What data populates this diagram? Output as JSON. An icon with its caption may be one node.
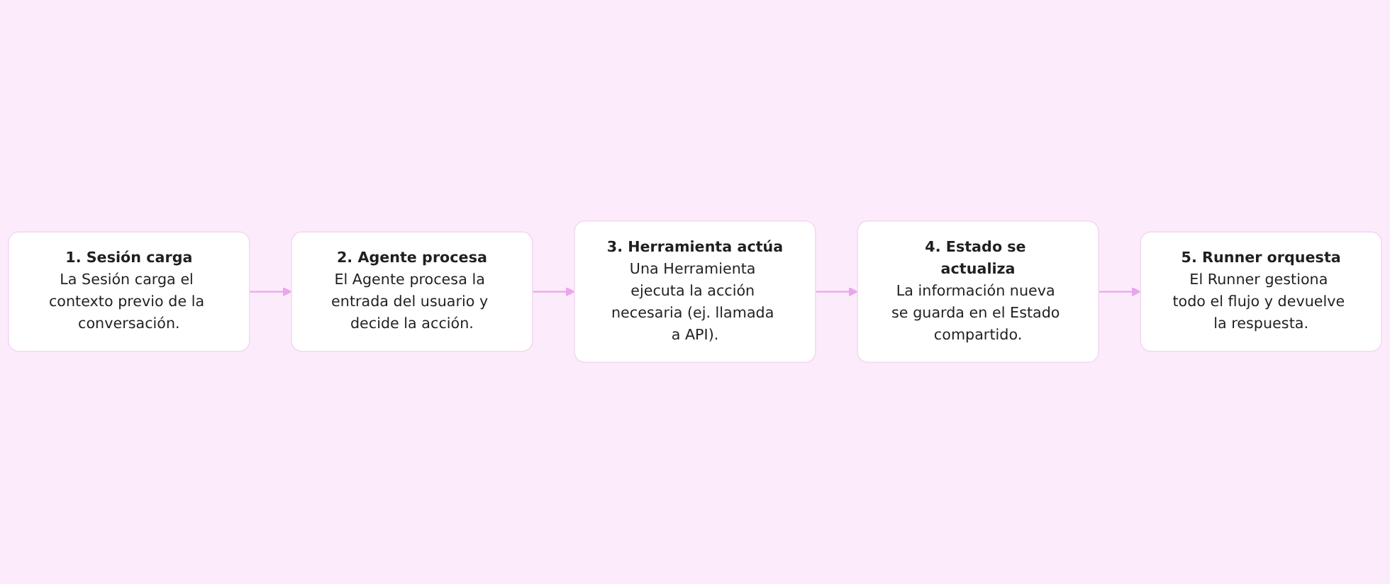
{
  "diagram": {
    "nodes": [
      {
        "text": [
          "1. Sesión carga",
          "La Sesión carga el contexto previo de la conversación."
        ]
      },
      {
        "text": [
          "2. Agente procesa",
          "El Agente procesa la entrada del usuario y decide la acción."
        ]
      },
      {
        "text": [
          "3. Herramienta actúa",
          "Una Herramienta ejecuta la acción necesaria (ej. llamada a API)."
        ]
      },
      {
        "text": [
          "4. Estado se actualiza",
          "La información nueva se guarda en el Estado compartido."
        ]
      },
      {
        "text": [
          "5. Runner orquesta",
          "El Runner gestiona todo el flujo y devuelve la respuesta."
        ]
      }
    ],
    "edges": [
      {
        "from": 0,
        "to": 1,
        "arrow": "to"
      },
      {
        "from": 1,
        "to": 2,
        "arrow": "to"
      },
      {
        "from": 2,
        "to": 3,
        "arrow": "to"
      },
      {
        "from": 3,
        "to": 4,
        "arrow": "to"
      }
    ]
  }
}
